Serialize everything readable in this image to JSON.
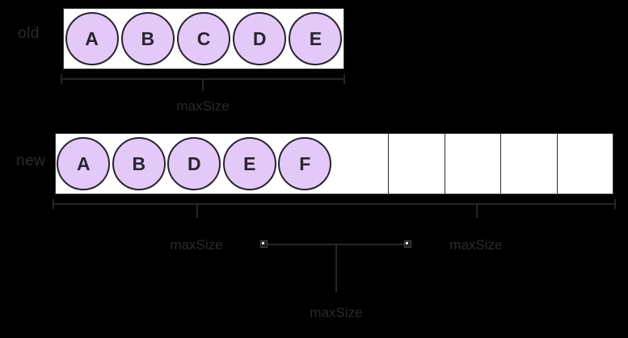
{
  "diagram": {
    "title": "array resize maxSize illustration",
    "colors": {
      "background": "#000000",
      "cell_fill": "#ffffff",
      "ball_fill": "#e3c9f8",
      "ball_stroke": "#2b2430",
      "line": "#262626",
      "label_text": "#2b2b2b"
    }
  },
  "rows": [
    {
      "label": "old",
      "cells": [
        {
          "value": "A",
          "filled": true
        },
        {
          "value": "B",
          "filled": true
        },
        {
          "value": "C",
          "filled": true
        },
        {
          "value": "D",
          "filled": true
        },
        {
          "value": "E",
          "filled": true
        }
      ]
    },
    {
      "label": "new",
      "cells": [
        {
          "value": "A",
          "filled": true
        },
        {
          "value": "B",
          "filled": true
        },
        {
          "value": "D",
          "filled": true
        },
        {
          "value": "E",
          "filled": true
        },
        {
          "value": "F",
          "filled": true
        },
        {
          "value": "",
          "filled": false
        },
        {
          "value": "",
          "filled": false
        },
        {
          "value": "",
          "filled": false
        },
        {
          "value": "",
          "filled": false
        },
        {
          "value": "",
          "filled": false
        }
      ]
    }
  ],
  "measures": {
    "old_span": {
      "caption": "maxSize"
    },
    "new_left": {
      "caption": "maxSize"
    },
    "new_right": {
      "caption": "maxSize"
    },
    "new_inner": {
      "caption": "maxSize"
    }
  }
}
